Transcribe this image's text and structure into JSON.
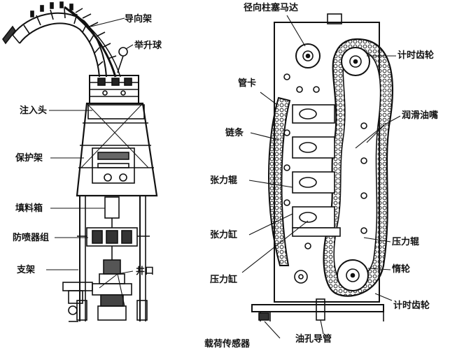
{
  "left_labels": {
    "guide_frame": "导向架",
    "lift_ball": "举升球",
    "injection_head": "注入头",
    "protective_frame": "保护架",
    "stuffing_box": "填料箱",
    "blowout_preventer": "防喷器组",
    "support": "支架",
    "wellhead": "井口"
  },
  "right_labels": {
    "radial_piston_motor": "径向柱塞马达",
    "timing_gear_top": "计时齿轮",
    "pipe_clamp": "管卡",
    "lube_nozzle": "润滑油嘴",
    "chain": "链条",
    "tension_roller": "张力辊",
    "tension_cylinder": "张力缸",
    "pressure_roller": "压力辊",
    "pressure_cylinder": "压力缸",
    "idler": "惰轮",
    "timing_gear_bottom": "计时齿轮",
    "load_sensor": "载荷传感器",
    "oil_hole_conduit": "油孔导管"
  }
}
